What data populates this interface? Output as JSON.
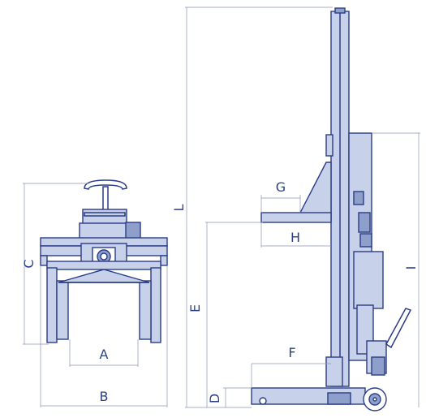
{
  "labels": {
    "A": "A",
    "B": "B",
    "C": "C",
    "D": "D",
    "E": "E",
    "F": "F",
    "G": "G",
    "H": "H",
    "I": "I",
    "L": "L"
  },
  "colors": {
    "stroke": "#2b3d86",
    "fill": "#c7d1ea",
    "dimension_line": "#8a94b8",
    "label": "#2c3f8a"
  }
}
